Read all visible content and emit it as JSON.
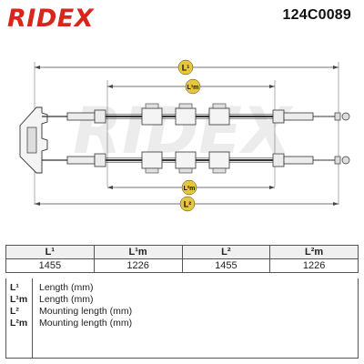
{
  "brand": {
    "name": "RIDEX",
    "color": "#d9261c"
  },
  "part_number": "124C0089",
  "diagram": {
    "labels": {
      "l1": "L¹",
      "l1m": "L¹m",
      "l2": "L²",
      "l2m": "L²m"
    },
    "watermark": "RIDEX",
    "label_fill": "#e8c63a"
  },
  "table": {
    "headers": [
      "L¹",
      "L¹m",
      "L²",
      "L²m"
    ],
    "values": [
      "1455",
      "1226",
      "1455",
      "1226"
    ]
  },
  "legend": [
    {
      "key": "L¹",
      "desc": "Length (mm)"
    },
    {
      "key": "L¹m",
      "desc": "Length (mm)"
    },
    {
      "key": "L²",
      "desc": "Mounting length (mm)"
    },
    {
      "key": "L²m",
      "desc": "Mounting length (mm)"
    }
  ]
}
